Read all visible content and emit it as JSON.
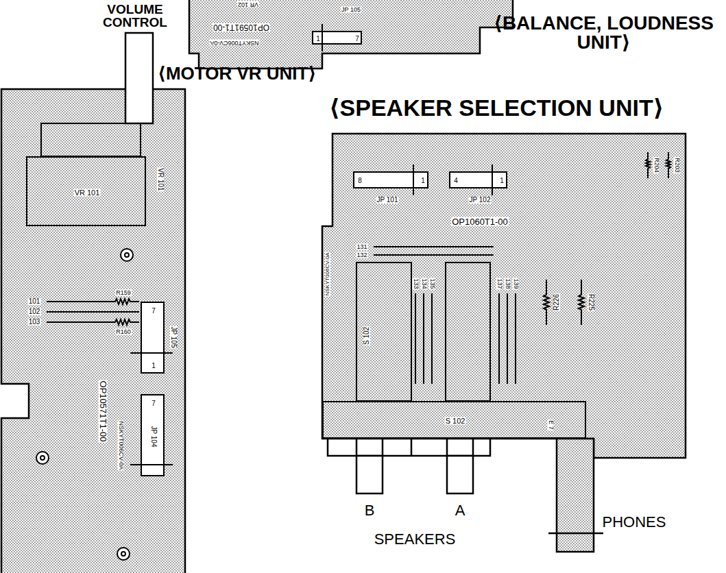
{
  "diagram": {
    "nodes": [
      {
        "text": [
          "⟨BALANCE, LOUDNESS UNIT⟩"
        ]
      },
      {
        "text": [
          "1",
          "7"
        ],
        "in": 0
      },
      {
        "text": [
          "⟨MOTOR VR UNIT⟩"
        ]
      },
      {
        "text": [
          "VR 101"
        ],
        "in": 2
      },
      {
        "text": [
          "7",
          "1"
        ],
        "in": 2
      },
      {
        "text": [
          "7",
          "JP 104"
        ],
        "in": 2
      },
      {
        "text": [
          "⟨SPEAKER SELECTION UNIT⟩"
        ]
      },
      {
        "text": [
          "8",
          "1"
        ],
        "in": 6
      },
      {
        "text": [
          "4",
          "1"
        ],
        "in": 6
      },
      {
        "text": [
          "S 102"
        ],
        "in": 6
      }
    ],
    "labels": [
      "VOLUME CONTROL",
      "VR 102",
      "JP 105",
      "OP10591T1-00",
      "NSKYT006CV-0A",
      "VR 101",
      "101",
      "102",
      "103",
      "R159",
      "R160",
      "JP 105",
      "OP10571T1-00",
      "NSKYT006CV-0A",
      "JP 101",
      "JP 102",
      "OP1060T1-00",
      "NSKYT006CV-0A",
      "131",
      "132",
      "S 102",
      "133",
      "134",
      "135",
      "137",
      "138",
      "139",
      "R226",
      "R225",
      "R204",
      "R203",
      "E 7",
      "B",
      "A",
      "SPEAKERS",
      "PHONES"
    ]
  }
}
